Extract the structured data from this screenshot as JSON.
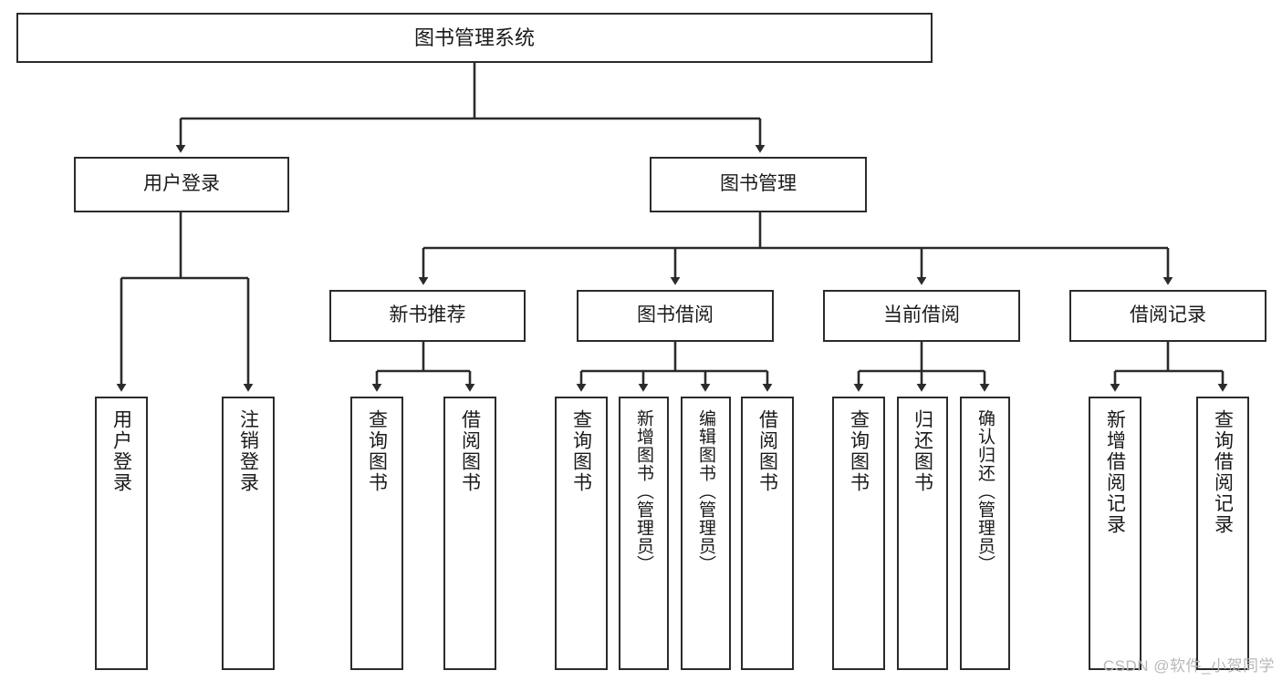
{
  "diagram": {
    "title": "图书管理系统",
    "type": "tree-hierarchy-diagram",
    "colors": {
      "stroke": "#2b2b2b",
      "fill": "#ffffff",
      "text": "#1a1a1a",
      "watermark": "#b8b8b8"
    },
    "root": {
      "label": "图书管理系统"
    },
    "level1": [
      {
        "label": "用户登录"
      },
      {
        "label": "图书管理"
      }
    ],
    "level2": [
      {
        "label": "新书推荐"
      },
      {
        "label": "图书借阅"
      },
      {
        "label": "当前借阅"
      },
      {
        "label": "借阅记录"
      }
    ],
    "leaves": {
      "user_login": [
        {
          "label": "用户登录"
        },
        {
          "label": "注销登录"
        }
      ],
      "new_book": [
        {
          "label": "查询图书"
        },
        {
          "label": "借阅图书"
        }
      ],
      "book_borrow": [
        {
          "label": "查询图书"
        },
        {
          "label": "新增图书（管理员）"
        },
        {
          "label": "编辑图书（管理员）"
        },
        {
          "label": "借阅图书"
        }
      ],
      "current_borrow": [
        {
          "label": "查询图书"
        },
        {
          "label": "归还图书"
        },
        {
          "label": "确认归还（管理员）"
        }
      ],
      "borrow_record": [
        {
          "label": "新增借阅记录"
        },
        {
          "label": "查询借阅记录"
        }
      ]
    }
  },
  "watermark": {
    "text": "CSDN @软件_小贺同学"
  }
}
